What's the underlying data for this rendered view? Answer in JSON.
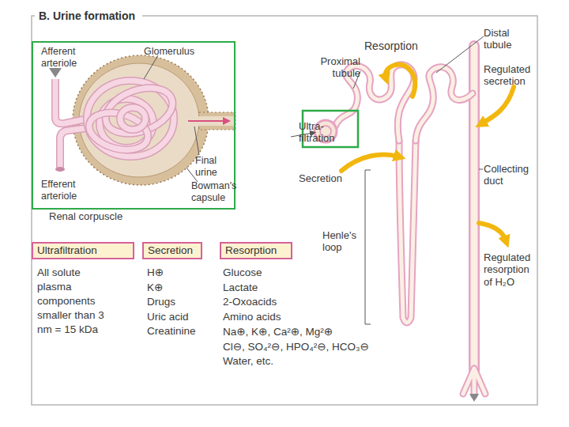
{
  "diagram": {
    "title": "B. Urine formation",
    "nodes": [
      {
        "text": [
          "Renal corpuscle"
        ]
      },
      {
        "text": [
          "Ultrafiltration"
        ]
      },
      {
        "text": [
          "Secretion"
        ]
      },
      {
        "text": [
          "Resorption"
        ]
      }
    ],
    "labels": [
      "Afferent arteriole",
      "Glomerulus",
      "Final urine",
      "Efferent arteriole",
      "Bowman's capsule",
      "Resorption",
      "Distal tubule",
      "Proximal tubule",
      "Regulated secretion",
      "Ultra- filtration",
      "Secretion",
      "Collecting duct",
      "Henle's loop",
      "Regulated resorption of H₂O",
      "All solute plasma components smaller than 3 nm = 15 kDa",
      "H⊕",
      "K⊕",
      "Drugs",
      "Uric acid",
      "Creatinine",
      "Glucose",
      "Lactate",
      "2-Oxoacids",
      "Amino acids",
      "Na⊕, K⊕, Ca²⊕, Mg²⊕",
      "Cl⊖, SO₄²⊖, HPO₄²⊖, HCO₃⊖",
      "Water, etc."
    ]
  }
}
